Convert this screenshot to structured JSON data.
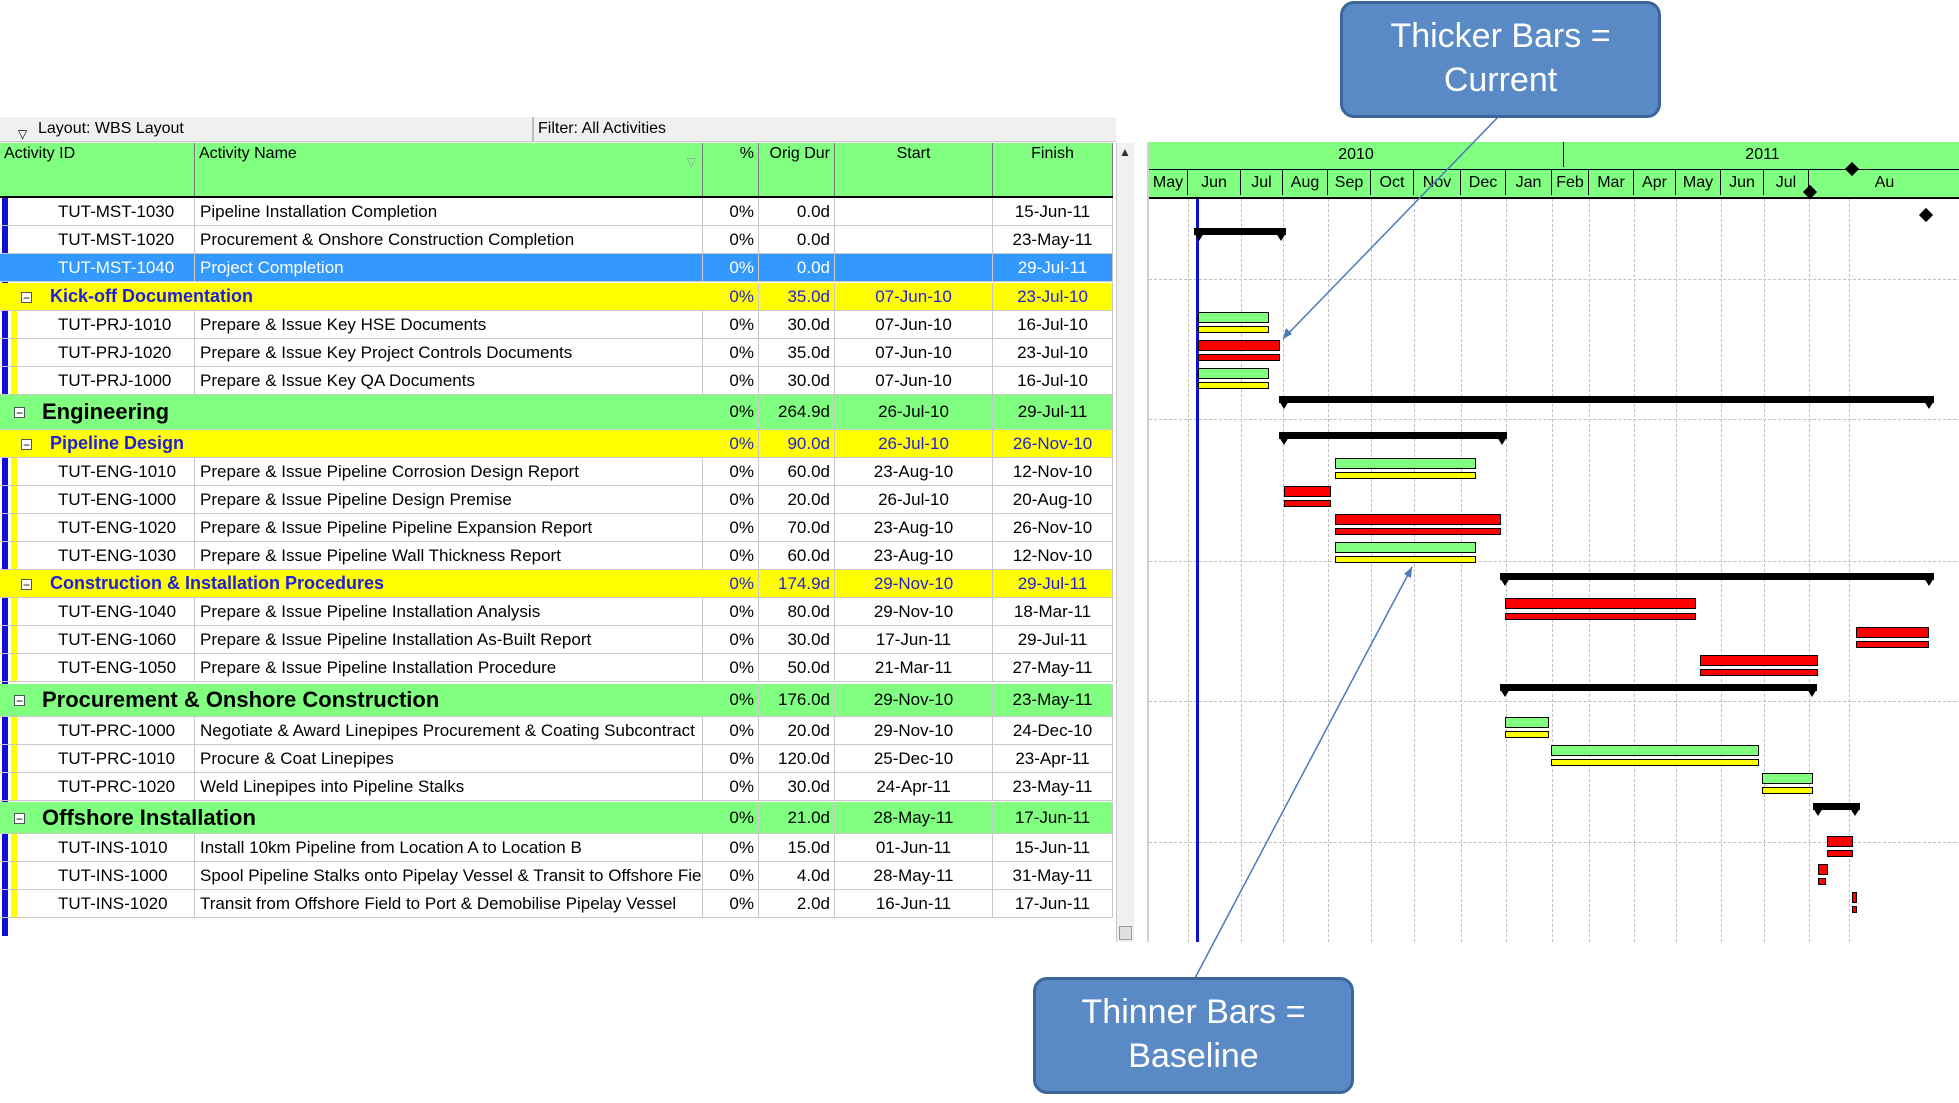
{
  "toolbar": {
    "layout": "Layout: WBS Layout",
    "filter": "Filter: All Activities"
  },
  "columns": {
    "id": "Activity ID",
    "name": "Activity Name",
    "pct": "%",
    "dur": "Orig Dur",
    "start": "Start",
    "finish": "Finish"
  },
  "rows": [
    {
      "type": "task",
      "id": "TUT-MST-1030",
      "name": "Pipeline Installation Completion",
      "pct": "0%",
      "dur": "0.0d",
      "start": "",
      "finish": "15-Jun-11"
    },
    {
      "type": "task",
      "id": "TUT-MST-1020",
      "name": "Procurement & Onshore Construction Completion",
      "pct": "0%",
      "dur": "0.0d",
      "start": "",
      "finish": "23-May-11"
    },
    {
      "type": "sel",
      "id": "TUT-MST-1040",
      "name": "Project Completion",
      "pct": "0%",
      "dur": "0.0d",
      "start": "",
      "finish": "29-Jul-11"
    },
    {
      "type": "wbs2",
      "id": "Kick-off Documentation",
      "name": "",
      "pct": "0%",
      "dur": "35.0d",
      "start": "07-Jun-10",
      "finish": "23-Jul-10"
    },
    {
      "type": "task",
      "id": "TUT-PRJ-1010",
      "name": "Prepare & Issue Key HSE Documents",
      "pct": "0%",
      "dur": "30.0d",
      "start": "07-Jun-10",
      "finish": "16-Jul-10"
    },
    {
      "type": "task",
      "id": "TUT-PRJ-1020",
      "name": "Prepare & Issue Key Project Controls Documents",
      "pct": "0%",
      "dur": "35.0d",
      "start": "07-Jun-10",
      "finish": "23-Jul-10"
    },
    {
      "type": "task",
      "id": "TUT-PRJ-1000",
      "name": "Prepare & Issue Key QA Documents",
      "pct": "0%",
      "dur": "30.0d",
      "start": "07-Jun-10",
      "finish": "16-Jul-10"
    },
    {
      "type": "wbs1",
      "id": "Engineering",
      "name": "",
      "pct": "0%",
      "dur": "264.9d",
      "start": "26-Jul-10",
      "finish": "29-Jul-11"
    },
    {
      "type": "wbs2",
      "id": "Pipeline Design",
      "name": "",
      "pct": "0%",
      "dur": "90.0d",
      "start": "26-Jul-10",
      "finish": "26-Nov-10"
    },
    {
      "type": "task",
      "id": "TUT-ENG-1010",
      "name": "Prepare & Issue Pipeline Corrosion Design Report",
      "pct": "0%",
      "dur": "60.0d",
      "start": "23-Aug-10",
      "finish": "12-Nov-10"
    },
    {
      "type": "task",
      "id": "TUT-ENG-1000",
      "name": "Prepare & Issue Pipeline Design Premise",
      "pct": "0%",
      "dur": "20.0d",
      "start": "26-Jul-10",
      "finish": "20-Aug-10"
    },
    {
      "type": "task",
      "id": "TUT-ENG-1020",
      "name": "Prepare & Issue Pipeline Pipeline Expansion Report",
      "pct": "0%",
      "dur": "70.0d",
      "start": "23-Aug-10",
      "finish": "26-Nov-10"
    },
    {
      "type": "task",
      "id": "TUT-ENG-1030",
      "name": "Prepare & Issue Pipeline Wall Thickness Report",
      "pct": "0%",
      "dur": "60.0d",
      "start": "23-Aug-10",
      "finish": "12-Nov-10"
    },
    {
      "type": "wbs2",
      "id": "Construction & Installation Procedures",
      "name": "",
      "pct": "0%",
      "dur": "174.9d",
      "start": "29-Nov-10",
      "finish": "29-Jul-11"
    },
    {
      "type": "task",
      "id": "TUT-ENG-1040",
      "name": "Prepare & Issue Pipeline Installation Analysis",
      "pct": "0%",
      "dur": "80.0d",
      "start": "29-Nov-10",
      "finish": "18-Mar-11"
    },
    {
      "type": "task",
      "id": "TUT-ENG-1060",
      "name": "Prepare & Issue Pipeline Installation As-Built Report",
      "pct": "0%",
      "dur": "30.0d",
      "start": "17-Jun-11",
      "finish": "29-Jul-11"
    },
    {
      "type": "task",
      "id": "TUT-ENG-1050",
      "name": "Prepare & Issue Pipeline Installation Procedure",
      "pct": "0%",
      "dur": "50.0d",
      "start": "21-Mar-11",
      "finish": "27-May-11"
    },
    {
      "type": "wbs1",
      "id": "Procurement & Onshore Construction",
      "name": "",
      "pct": "0%",
      "dur": "176.0d",
      "start": "29-Nov-10",
      "finish": "23-May-11"
    },
    {
      "type": "task",
      "id": "TUT-PRC-1000",
      "name": "Negotiate & Award Linepipes Procurement & Coating Subcontract",
      "pct": "0%",
      "dur": "20.0d",
      "start": "29-Nov-10",
      "finish": "24-Dec-10"
    },
    {
      "type": "task",
      "id": "TUT-PRC-1010",
      "name": "Procure & Coat Linepipes",
      "pct": "0%",
      "dur": "120.0d",
      "start": "25-Dec-10",
      "finish": "23-Apr-11"
    },
    {
      "type": "task",
      "id": "TUT-PRC-1020",
      "name": "Weld Linepipes into Pipeline Stalks",
      "pct": "0%",
      "dur": "30.0d",
      "start": "24-Apr-11",
      "finish": "23-May-11"
    },
    {
      "type": "wbs1",
      "id": "Offshore Installation",
      "name": "",
      "pct": "0%",
      "dur": "21.0d",
      "start": "28-May-11",
      "finish": "17-Jun-11"
    },
    {
      "type": "task",
      "id": "TUT-INS-1010",
      "name": "Install 10km Pipeline from Location A to Location B",
      "pct": "0%",
      "dur": "15.0d",
      "start": "01-Jun-11",
      "finish": "15-Jun-11"
    },
    {
      "type": "task",
      "id": "TUT-INS-1000",
      "name": "Spool Pipeline Stalks onto Pipelay Vessel & Transit to Offshore Field",
      "pct": "0%",
      "dur": "4.0d",
      "start": "28-May-11",
      "finish": "31-May-11"
    },
    {
      "type": "task",
      "id": "TUT-INS-1020",
      "name": "Transit from Offshore Field to Port & Demobilise Pipelay Vessel",
      "pct": "0%",
      "dur": "2.0d",
      "start": "16-Jun-11",
      "finish": "17-Jun-11"
    }
  ],
  "gantt": {
    "years": [
      "2010",
      "2011"
    ],
    "months": [
      "May",
      "Jun",
      "Jul",
      "Aug",
      "Sep",
      "Oct",
      "Nov",
      "Dec",
      "Jan",
      "Feb",
      "Mar",
      "Apr",
      "May",
      "Jun",
      "Jul",
      "Au"
    ]
  },
  "callouts": {
    "current": "Thicker Bars = Current",
    "baseline": "Thinner Bars = Baseline"
  },
  "colors": {
    "normal": "#80ff80",
    "critical": "#ff0000",
    "baseline": "#ffff00",
    "wbs1": "#80ff80",
    "wbs2": "#ffff00",
    "selected": "#3399ff",
    "data_date": "#1010d0"
  }
}
